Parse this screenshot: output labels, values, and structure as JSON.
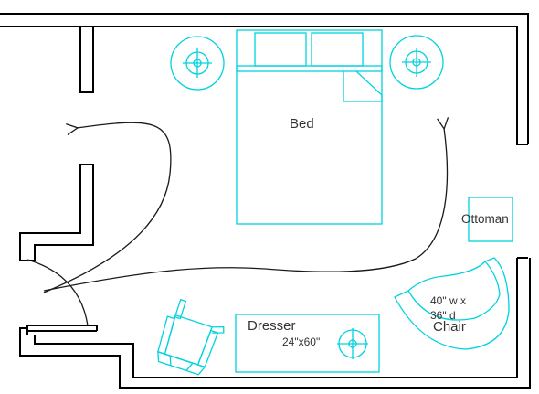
{
  "plan": {
    "furniture": {
      "bed": {
        "label": "Bed"
      },
      "ottoman": {
        "label": "Ottoman"
      },
      "dresser": {
        "label": "Dresser",
        "size": "24\"x60\""
      },
      "chair": {
        "label": "Chair",
        "size_line1": "40\" w x",
        "size_line2": "36\" d"
      },
      "lamps": [
        "nightstand-lamp-left",
        "nightstand-lamp-right",
        "dresser-lamp"
      ]
    },
    "colors": {
      "furniture_stroke": "#00d3dd",
      "wall_stroke": "#000000",
      "traffic_path": "#1a1a1a",
      "label_text": "#333333"
    },
    "icons": [
      "walkway-arrow-icon",
      "door-swing-icon"
    ]
  }
}
